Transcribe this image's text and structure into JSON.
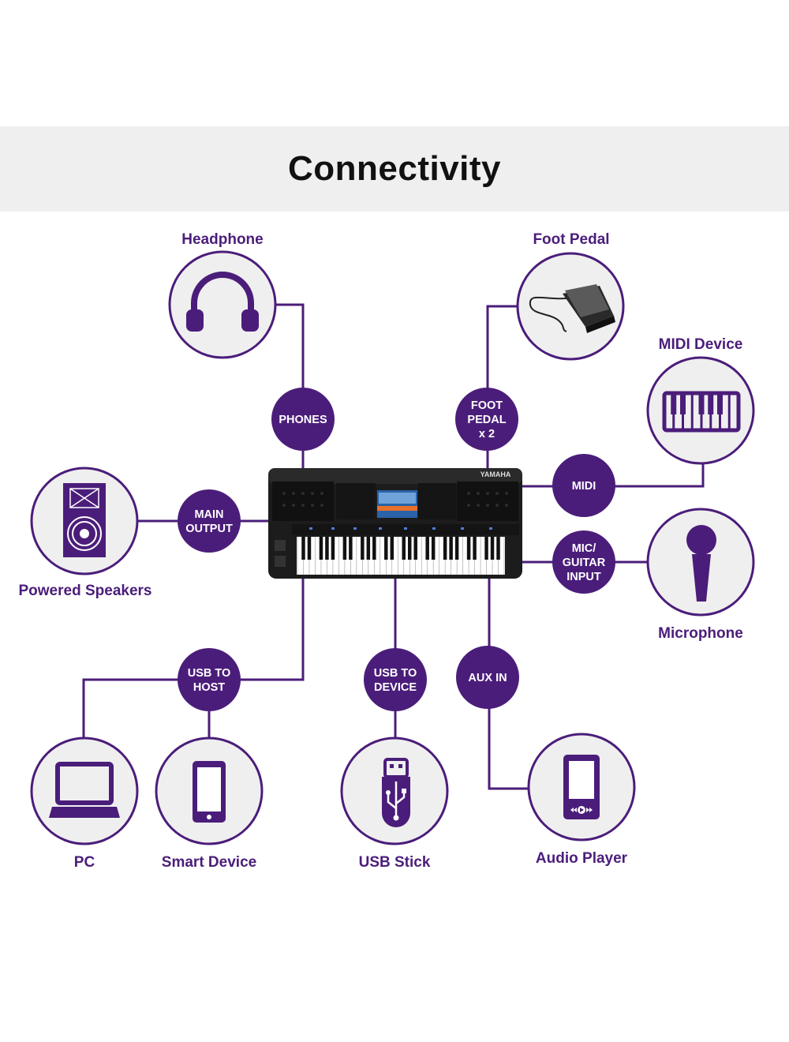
{
  "title": "Connectivity",
  "colors": {
    "purple": "#4b1d7a",
    "circle_fill": "#efefef",
    "banner": "#efefef",
    "keyboard": "#1c1c1c"
  },
  "ports": {
    "phones": [
      "PHONES"
    ],
    "foot_pedal": [
      "FOOT",
      "PEDAL",
      "x 2"
    ],
    "midi": [
      "MIDI"
    ],
    "main_output": [
      "MAIN",
      "OUTPUT"
    ],
    "mic_guitar": [
      "MIC/",
      "GUITAR",
      "INPUT"
    ],
    "usb_host": [
      "USB TO",
      "HOST"
    ],
    "usb_device": [
      "USB TO",
      "DEVICE"
    ],
    "aux_in": [
      "AUX IN"
    ]
  },
  "devices": {
    "headphone": {
      "label": "Headphone",
      "icon": "headphone-icon"
    },
    "foot_pedal": {
      "label": "Foot Pedal",
      "icon": "foot-pedal-icon"
    },
    "midi_device": {
      "label": "MIDI Device",
      "icon": "midi-keyboard-icon"
    },
    "powered_speakers": {
      "label": "Powered Speakers",
      "icon": "speaker-icon"
    },
    "microphone": {
      "label": "Microphone",
      "icon": "microphone-icon"
    },
    "pc": {
      "label": "PC",
      "icon": "laptop-icon"
    },
    "smart_device": {
      "label": "Smart Device",
      "icon": "smartphone-icon"
    },
    "usb_stick": {
      "label": "USB Stick",
      "icon": "usb-stick-icon"
    },
    "audio_player": {
      "label": "Audio Player",
      "icon": "audio-player-icon"
    }
  },
  "keyboard": {
    "brand": "YAMAHA",
    "icon": "arranger-keyboard-image"
  }
}
